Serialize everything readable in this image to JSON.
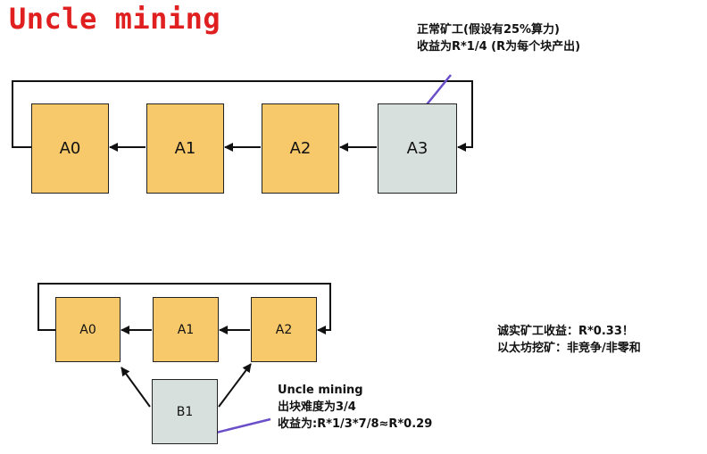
{
  "title": "Uncle mining",
  "colors": {
    "title": "#e02020",
    "main_block": "#f7c96b",
    "special_block": "#d7e0dc",
    "edge": "#111111",
    "annotation_arrow": "#6a4fc9"
  },
  "diagram1": {
    "blocks": [
      {
        "label": "A0",
        "kind": "main"
      },
      {
        "label": "A1",
        "kind": "main"
      },
      {
        "label": "A2",
        "kind": "main"
      },
      {
        "label": "A3",
        "kind": "special"
      }
    ],
    "note_lines": [
      "正常矿工(假设有25%算力)",
      "收益为R*1/4 (R为每个块产出)"
    ]
  },
  "diagram2": {
    "blocks": [
      {
        "label": "A0",
        "kind": "main"
      },
      {
        "label": "A1",
        "kind": "main"
      },
      {
        "label": "A2",
        "kind": "main"
      },
      {
        "label": "B1",
        "kind": "special"
      }
    ],
    "note_lines": [
      "Uncle mining",
      "出块难度为3/4",
      "收益为:R*1/3*7/8≈R*0.29"
    ],
    "side_lines": [
      "诚实矿工收益：R*0.33！",
      "以太坊挖矿：非竞争/非零和"
    ]
  }
}
